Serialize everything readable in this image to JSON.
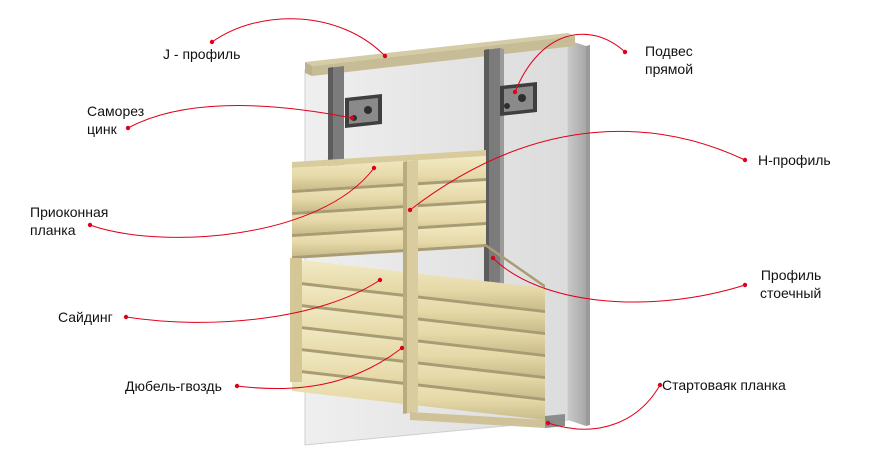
{
  "labels": {
    "j_profile": "J - профиль",
    "hanger": [
      "Подвес",
      "прямой"
    ],
    "screw": [
      "Саморез",
      "цинк"
    ],
    "h_profile": "H-профиль",
    "window_strip": [
      "Приоконная",
      "планка"
    ],
    "stud_profile": [
      "Профиль",
      "стоечный"
    ],
    "siding": "Сайдинг",
    "dowel_nail": "Дюбель-гвоздь",
    "starter_strip": "Стартоваяк планка"
  },
  "colors": {
    "leader": "#e0001b",
    "siding": "#e8dcae",
    "siding_shadow": "#b8ab80",
    "wall": "#e6e6e6",
    "wall_side": "#b9b9b9",
    "profile": "#6e6e6e",
    "bracket": "#4b4b4b"
  }
}
